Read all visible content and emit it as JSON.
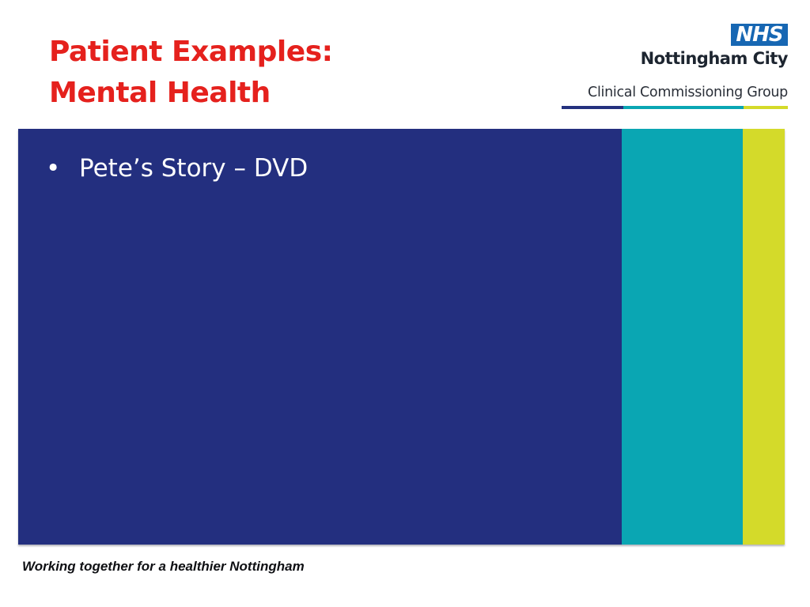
{
  "slide": {
    "title_line1": "Patient Examples:",
    "title_line2": "Mental Health",
    "title_color": "#e5211d"
  },
  "logo": {
    "badge": "NHS",
    "org_name": "Nottingham City",
    "org_group": "Clinical Commissioning Group",
    "badge_color": "#1767b3",
    "bar_colors": [
      "#24317e",
      "#0aa6b3",
      "#d4da2a"
    ]
  },
  "content": {
    "bullet_mark": "•",
    "bullets": [
      "Pete’s Story – DVD"
    ]
  },
  "panel_colors": {
    "navy": "#232f7f",
    "teal": "#0aa6b3",
    "lime": "#d4da2a"
  },
  "footer": {
    "tagline": "Working together for a healthier Nottingham"
  }
}
